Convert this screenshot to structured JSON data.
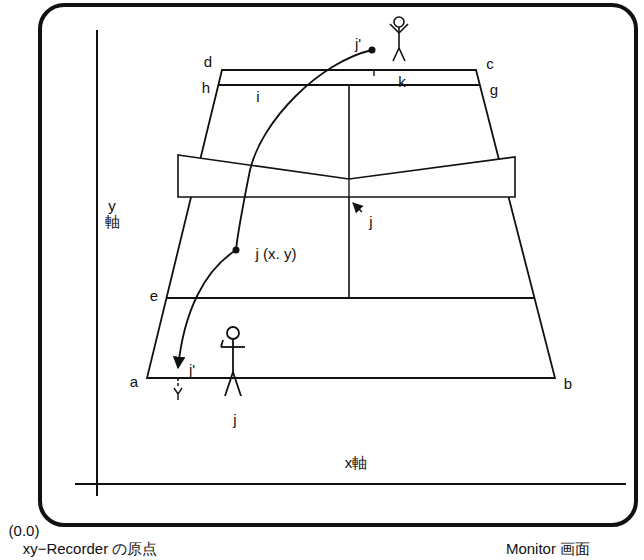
{
  "diagram": {
    "labels": [
      "j'",
      "d",
      "c",
      "k",
      "h",
      "i",
      "g",
      "j",
      "y 軸",
      "j (x. y)",
      "e",
      "j'",
      "a",
      "b",
      "j",
      "x軸",
      "(0.0)",
      "xy−Recorder の原点",
      "Monitor 画面"
    ]
  }
}
